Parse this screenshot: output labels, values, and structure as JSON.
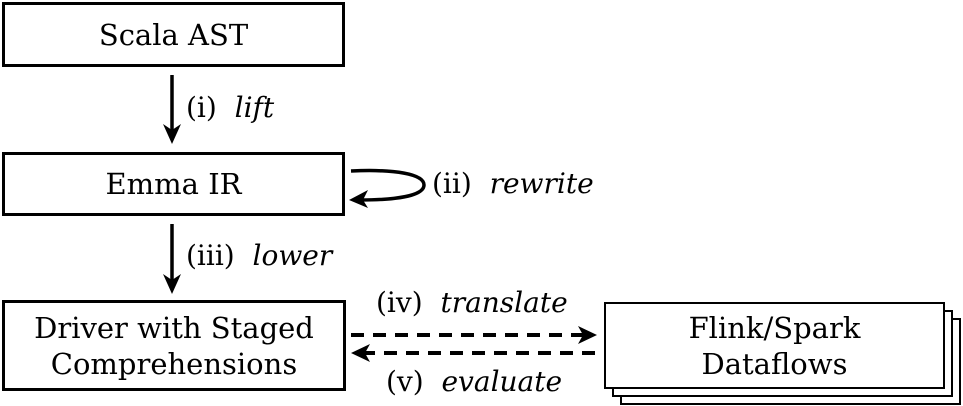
{
  "diagram": {
    "nodes": {
      "scala_ast": {
        "label": "Scala AST"
      },
      "emma_ir": {
        "label": "Emma IR"
      },
      "driver": {
        "label": "Driver with Staged\nComprehensions"
      },
      "dataflows": {
        "label": "Flink/Spark\nDataflows",
        "stacked": true
      }
    },
    "edges": [
      {
        "id": "lift",
        "from": "scala_ast",
        "to": "emma_ir",
        "num": "(i)",
        "word": "lift",
        "style": "solid"
      },
      {
        "id": "rewrite",
        "from": "emma_ir",
        "to": "emma_ir",
        "num": "(ii)",
        "word": "rewrite",
        "style": "solid-loop"
      },
      {
        "id": "lower",
        "from": "emma_ir",
        "to": "driver",
        "num": "(iii)",
        "word": "lower",
        "style": "solid"
      },
      {
        "id": "translate",
        "from": "driver",
        "to": "dataflows",
        "num": "(iv)",
        "word": "translate",
        "style": "dashed"
      },
      {
        "id": "evaluate",
        "from": "dataflows",
        "to": "driver",
        "num": "(v)",
        "word": "evaluate",
        "style": "dashed"
      }
    ]
  }
}
